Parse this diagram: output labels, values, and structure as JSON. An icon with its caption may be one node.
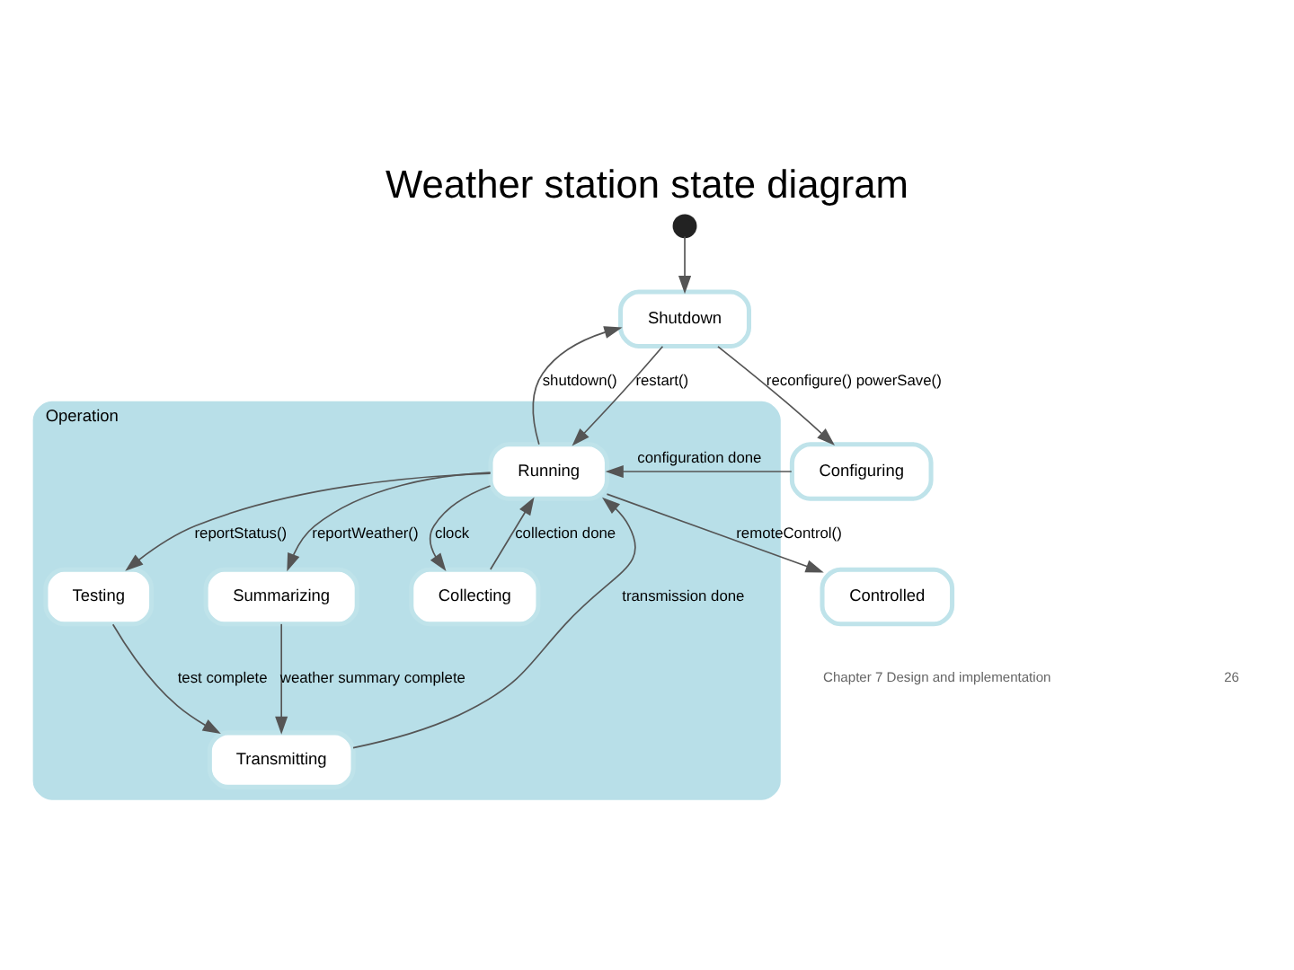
{
  "diagram": {
    "title": "Weather station state diagram",
    "nodes": [
      {
        "text": [
          "Controlled"
        ]
      },
      {
        "text": [
          "Operation"
        ]
      },
      {
        "text": [],
        "shape": "circle"
      },
      {
        "text": [
          "Shutdown"
        ]
      },
      {
        "text": [
          "Running"
        ],
        "in": 1
      },
      {
        "text": [
          "Testing"
        ],
        "in": 1
      },
      {
        "text": [
          "Transmitting"
        ],
        "in": 1
      },
      {
        "text": [
          "Configuring"
        ]
      },
      {
        "text": [
          "Summarizing"
        ],
        "in": 1
      },
      {
        "text": [
          "Collecting"
        ],
        "in": 1
      }
    ],
    "edges": [
      {
        "from": 2,
        "to": 3,
        "arrow": "to"
      },
      {
        "from": 4,
        "to": 3,
        "arrow": "to",
        "label": "shutdown()"
      },
      {
        "from": 3,
        "to": 4,
        "arrow": "to",
        "label": "restart()"
      },
      {
        "from": 4,
        "to": 0,
        "arrow": "to",
        "label": "remoteControl()"
      },
      {
        "from": 3,
        "to": 7,
        "arrow": "to",
        "label": "reconfigure() powerSave()"
      },
      {
        "from": 7,
        "to": 4,
        "arrow": "to",
        "label": "configuration done"
      },
      {
        "from": 4,
        "to": 5,
        "arrow": "to",
        "label": "reportStatus()"
      },
      {
        "from": 5,
        "to": 6,
        "arrow": "to",
        "label": "test complete"
      },
      {
        "from": 6,
        "to": 4,
        "arrow": "to",
        "label": "transmission done"
      },
      {
        "from": 4,
        "to": 8,
        "arrow": "to",
        "label": "reportWeather()"
      },
      {
        "from": 8,
        "to": 6,
        "arrow": "to",
        "label": "weather summary complete"
      },
      {
        "from": 4,
        "to": 9,
        "arrow": "to",
        "label": "clock"
      },
      {
        "from": 9,
        "to": 4,
        "arrow": "to",
        "label": "collection done"
      }
    ],
    "labels": [
      "Chapter 7 Design and implementation",
      "26"
    ]
  }
}
